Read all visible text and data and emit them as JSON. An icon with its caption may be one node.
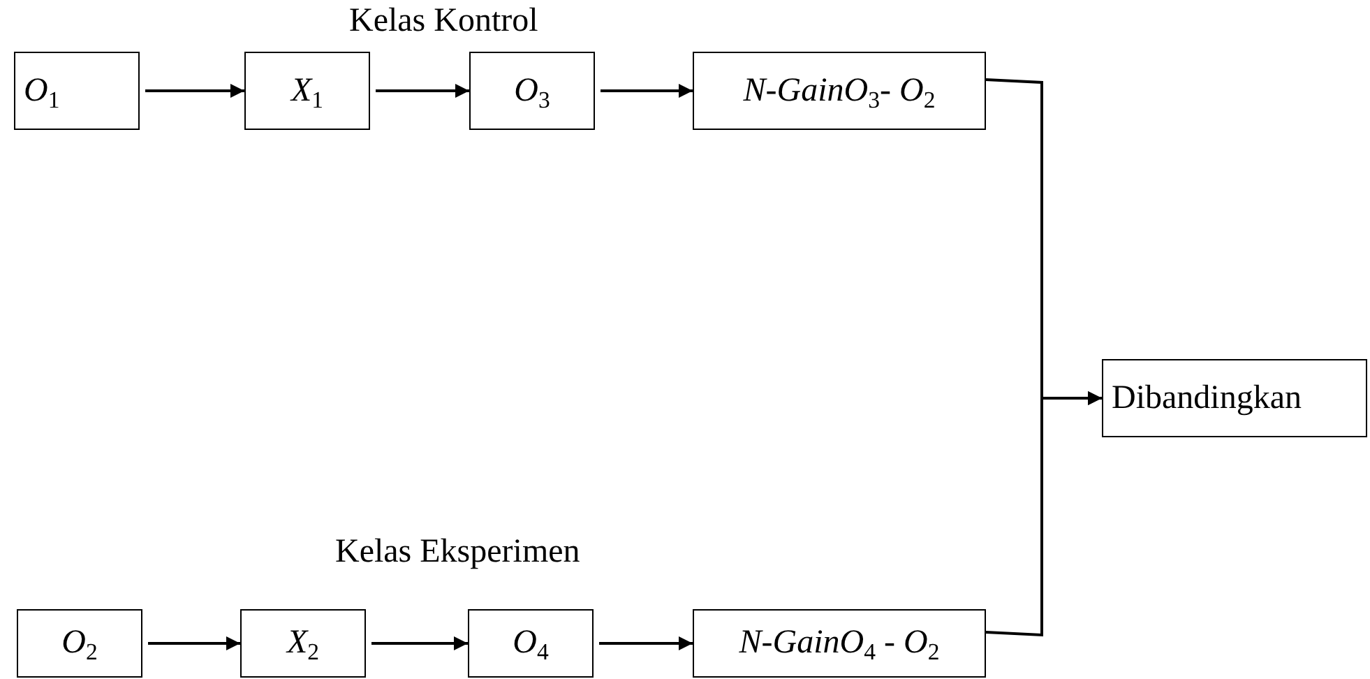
{
  "diagram": {
    "nodes": [
      {
        "text": [
          "*O*$_{1}$"
        ]
      },
      {
        "text": [
          "*X*$_{1}$"
        ]
      },
      {
        "text": [
          "*O*$_{3}$"
        ]
      },
      {
        "text": [
          "*N-GainO*$_{3}$- *O*$_{2}$"
        ]
      },
      {
        "text": [
          "Dibandingkan"
        ]
      },
      {
        "text": [
          "*O*$_{2}$"
        ]
      },
      {
        "text": [
          "*X*$_{2}$"
        ]
      },
      {
        "text": [
          "*O*$_{4}$"
        ]
      },
      {
        "text": [
          "*N-GainO*$_{4}$ - *O*$_{2}$"
        ]
      }
    ],
    "edges": [
      {
        "from": 0,
        "to": 1,
        "arrow": "to"
      },
      {
        "from": 1,
        "to": 2,
        "arrow": "to"
      },
      {
        "from": 2,
        "to": 3,
        "arrow": "to"
      },
      {
        "from": 3,
        "to": 4,
        "arrow": "to"
      },
      {
        "from": 5,
        "to": 6,
        "arrow": "to"
      },
      {
        "from": 6,
        "to": 7,
        "arrow": "to"
      },
      {
        "from": 7,
        "to": 8,
        "arrow": "to"
      },
      {
        "from": 8,
        "to": 4,
        "arrow": "to"
      }
    ],
    "labels": [
      "Kelas Kontrol",
      "Kelas Eksperimen"
    ]
  }
}
